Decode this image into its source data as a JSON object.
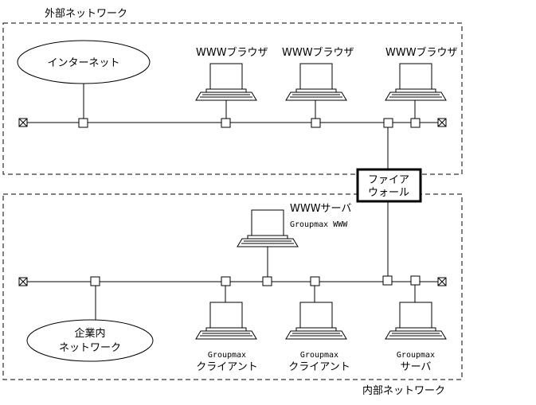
{
  "zones": {
    "external_label": "外部ネットワーク",
    "internal_label": "内部ネットワーク"
  },
  "clouds": {
    "internet": "インターネット",
    "intranet_line1": "企業内",
    "intranet_line2": "ネットワーク"
  },
  "firewall": {
    "line1": "ファイア",
    "line2": "ウォール"
  },
  "browsers": [
    "WWWブラウザ",
    "WWWブラウザ",
    "WWWブラウザ"
  ],
  "www_server": {
    "line1": "WWWサーバ",
    "line2": "Groupmax WWW"
  },
  "internal_hosts": [
    {
      "line1": "Groupmax",
      "line2": "クライアント"
    },
    {
      "line1": "Groupmax",
      "line2": "クライアント"
    },
    {
      "line1": "Groupmax",
      "line2": "サーバ"
    }
  ]
}
